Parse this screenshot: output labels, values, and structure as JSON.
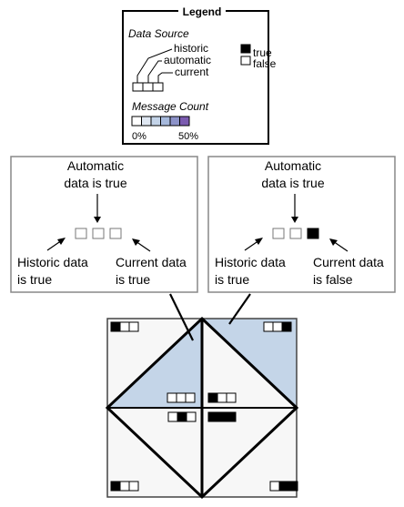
{
  "legend": {
    "title": "Legend",
    "data_source_heading": "Data Source",
    "sources": [
      "historic",
      "automatic",
      "current"
    ],
    "key_true": "true",
    "key_false": "false",
    "message_count_heading": "Message Count",
    "scale_min": "0%",
    "scale_max": "50%",
    "scale_colors": [
      "#ffffff",
      "#dfe7f2",
      "#c3d3e8",
      "#a6b9dc",
      "#8c92c8",
      "#7b5bb0"
    ]
  },
  "example_left": {
    "top_label": [
      "Automatic",
      "data is true"
    ],
    "left_label": [
      "Historic data",
      "is true"
    ],
    "right_label": [
      "Current data",
      "is true"
    ],
    "indicator": [
      false,
      false,
      false
    ]
  },
  "example_right": {
    "top_label": [
      "Automatic",
      "data is true"
    ],
    "left_label": [
      "Historic data",
      "is true"
    ],
    "right_label": [
      "Current data",
      "is false"
    ],
    "indicator": [
      false,
      false,
      true
    ]
  },
  "colors": {
    "shaded_region": "#c4d5e8",
    "region_fill": "#f7f7f7",
    "true_fill": "#000000",
    "false_fill": "#ffffff",
    "border": "#000000"
  }
}
